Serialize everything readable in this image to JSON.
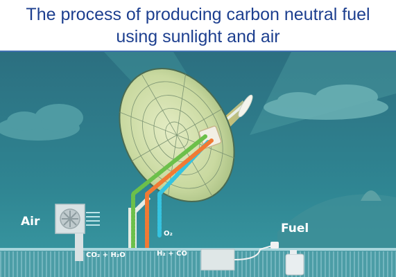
{
  "title": {
    "line1": "The process of producing carbon neutral fuel",
    "line2": "using sunlight and air"
  },
  "labels": {
    "air": "Air",
    "fuel": "Fuel",
    "o2": "O₂",
    "co2_h2o": "CO₂ + H₂O",
    "h2_co": "H₂ + CO"
  },
  "colors": {
    "title_text": "#1d3f8f",
    "sky": "#2f7f8c",
    "co2_h2o_flow": "#6cc04a",
    "o2_flow": "#35c3e0",
    "syngas_flow": "#f07a34",
    "sunbeam": "#f6c945"
  }
}
